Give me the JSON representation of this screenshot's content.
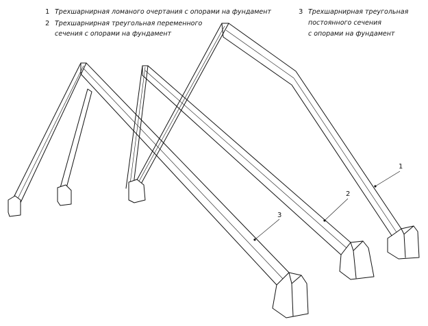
{
  "legend": {
    "item1": {
      "number": "1",
      "line1": "Трехшарнирная ломаного очертания с опорами на фундамент"
    },
    "item2": {
      "number": "2",
      "line1": "Трехшарнирная треугольная переменного",
      "line2": "сечения с опорами на фундамент"
    },
    "item3": {
      "number": "3",
      "line1": "Трехшарнирная треугольная",
      "line2": "постоянного сечения",
      "line3": "с опорами на фундамент"
    }
  },
  "callouts": {
    "c1": "1",
    "c2": "2",
    "c3": "3"
  },
  "colors": {
    "line": "#111111",
    "background": "#ffffff"
  }
}
